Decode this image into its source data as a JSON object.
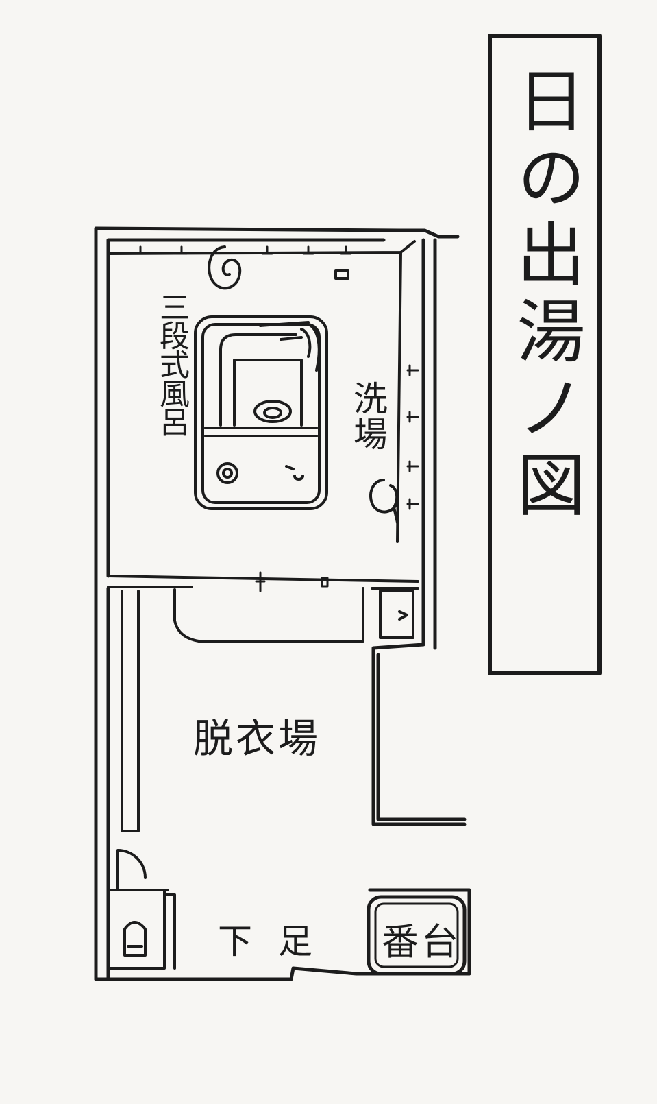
{
  "title": "日の出湯ノ図",
  "rooms": {
    "bath": "三段式風呂",
    "washing_area": "洗場",
    "dressing_room": "脱衣場",
    "entrance": "下足",
    "attendant_counter": "番台"
  }
}
